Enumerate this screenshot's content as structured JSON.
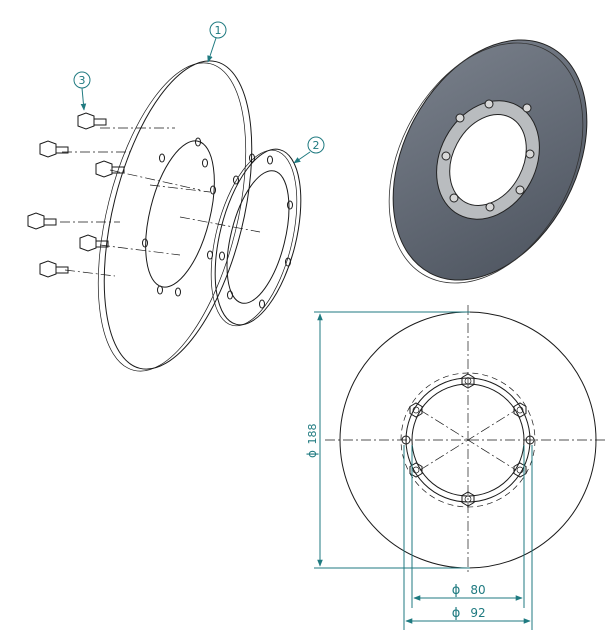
{
  "callouts": [
    {
      "id": "disc",
      "number": "1"
    },
    {
      "id": "ring",
      "number": "2"
    },
    {
      "id": "bolt",
      "number": "3"
    }
  ],
  "dimensions": {
    "outer_diameter": {
      "symbol": "ϕ",
      "value": "188"
    },
    "inner_diameter": {
      "symbol": "ϕ",
      "value": "80"
    },
    "bolt_circle": {
      "symbol": "ϕ",
      "value": "92"
    }
  },
  "colors": {
    "line": "#1a1a1a",
    "dimension": "#1f7a80",
    "disc_fill": "#5d6470",
    "ring_fill": "#b9bcbf"
  }
}
